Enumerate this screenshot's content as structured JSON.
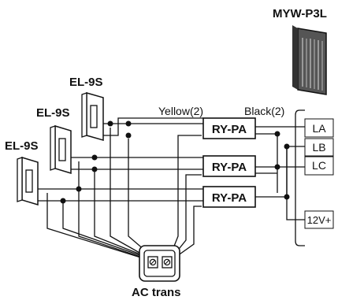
{
  "diagram": {
    "monitor_label": "MYW-P3L",
    "door_stations": [
      "EL-9S",
      "EL-9S",
      "EL-9S"
    ],
    "relays": [
      "RY-PA",
      "RY-PA",
      "RY-PA"
    ],
    "wire_labels": {
      "yellow": "Yellow(2)",
      "black": "Black(2)"
    },
    "terminals": [
      "LA",
      "LB",
      "LC",
      "12V+"
    ],
    "transformer_label": "AC trans"
  }
}
